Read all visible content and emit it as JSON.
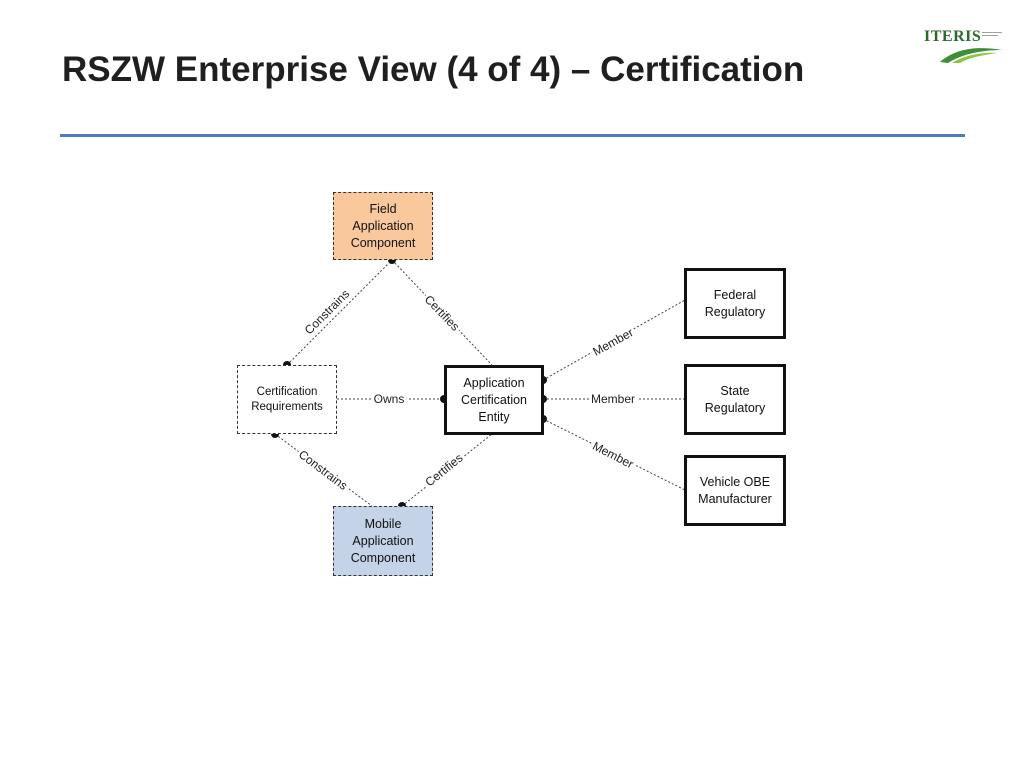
{
  "slide": {
    "title": "RSZW Enterprise View (4 of 4) – Certification",
    "logo_text": "ITERIS"
  },
  "diagram": {
    "nodes": {
      "field_app": "Field\nApplication\nComponent",
      "cert_req": "Certification\nRequirements",
      "ace": "Application\nCertification\nEntity",
      "mobile_app": "Mobile\nApplication\nComponent",
      "federal": "Federal\nRegulatory",
      "state": "State\nRegulatory",
      "vehicle": "Vehicle OBE\nManufacturer"
    },
    "edges": {
      "constrains_top": "Constrains",
      "certifies_top": "Certifies",
      "owns": "Owns",
      "constrains_bottom": "Constrains",
      "certifies_bottom": "Certifies",
      "member_federal": "Member",
      "member_state": "Member",
      "member_vehicle": "Member"
    },
    "colors": {
      "field_fill": "#f9c89c",
      "mobile_fill": "#c4d3e7",
      "title_rule": "#4a7ebb"
    }
  }
}
